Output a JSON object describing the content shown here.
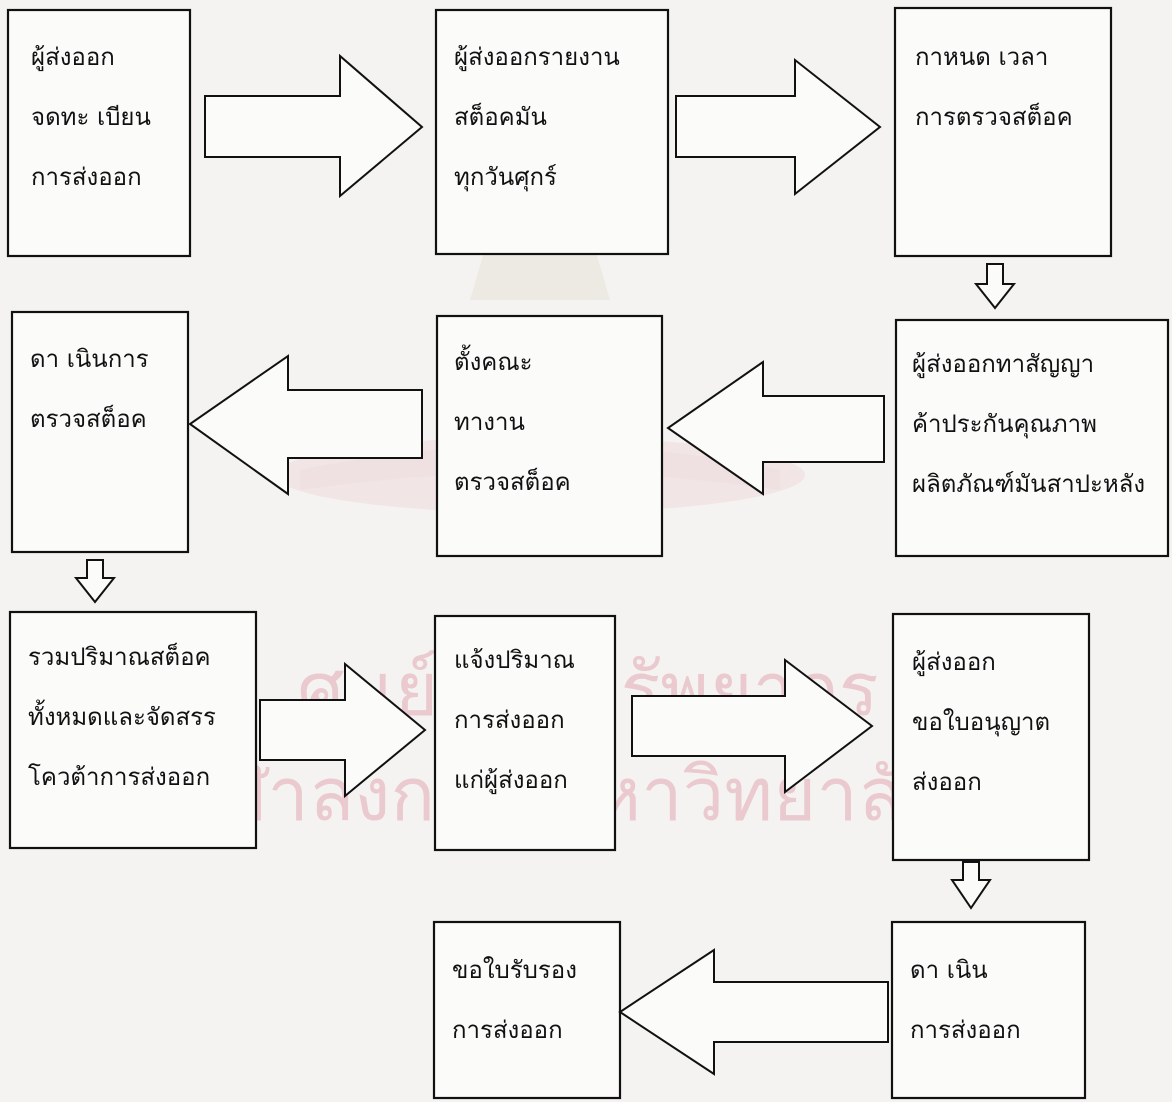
{
  "watermark": {
    "line1": "ศูนย์วิทยทรัพยากร",
    "line2": "จุฬาลงกรณ์มหาวิทยาลัย",
    "color": "#e9c3c9"
  },
  "boxes": [
    {
      "id": "exporter-register",
      "lines": [
        "ผู้ส่งออก",
        "จดทะ เบียน",
        "การส่งออก"
      ]
    },
    {
      "id": "report-stock",
      "lines": [
        "ผู้ส่งออกรายงาน",
        "สต็อคมัน",
        "ทุกวันศุกร์"
      ]
    },
    {
      "id": "schedule-inspection",
      "lines": [
        "กาหนด เวลา",
        "การตรวจสต็อค"
      ]
    },
    {
      "id": "quality-contract",
      "lines": [
        "ผู้ส่งออกทาสัญญา",
        "ค้าประกันคุณภาพ",
        "ผลิตภัณฑ์มันสาปะหลัง"
      ]
    },
    {
      "id": "form-committee",
      "lines": [
        "ตั้งคณะ",
        "ทางาน",
        "ตรวจสต็อค"
      ]
    },
    {
      "id": "conduct-inspection",
      "lines": [
        "ดา เนินการ",
        "ตรวจสต็อค"
      ]
    },
    {
      "id": "sum-allocate-quota",
      "lines": [
        "รวมปริมาณสต็อค",
        "ทั้งหมดและจัดสรร",
        "โควต้าการส่งออก"
      ]
    },
    {
      "id": "notify-volume",
      "lines": [
        "แจ้งปริมาณ",
        "การส่งออก",
        "แก่ผู้ส่งออก"
      ]
    },
    {
      "id": "request-license",
      "lines": [
        "ผู้ส่งออก",
        "ขอใบอนุญาต",
        "ส่งออก"
      ]
    },
    {
      "id": "proceed-export",
      "lines": [
        "ดา เนิน",
        "การส่งออก"
      ]
    },
    {
      "id": "request-certificate",
      "lines": [
        "ขอใบรับรอง",
        "การส่งออก"
      ]
    }
  ]
}
